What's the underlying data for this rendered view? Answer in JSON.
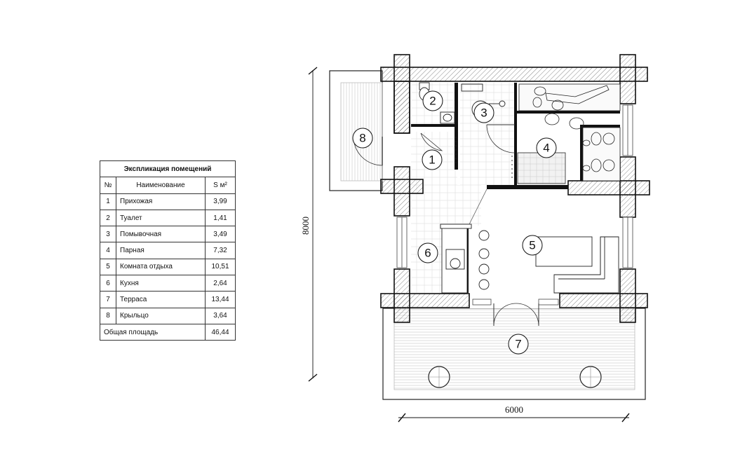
{
  "legend": {
    "title": "Экспликация помещений",
    "header": {
      "num": "№",
      "name": "Наименование",
      "area": "S м²"
    },
    "rows": [
      {
        "num": "1",
        "name": "Прихожая",
        "area": "3,99"
      },
      {
        "num": "2",
        "name": "Туалет",
        "area": "1,41"
      },
      {
        "num": "3",
        "name": "Помывочная",
        "area": "3,49"
      },
      {
        "num": "4",
        "name": "Парная",
        "area": "7,32"
      },
      {
        "num": "5",
        "name": "Комната отдыха",
        "area": "10,51"
      },
      {
        "num": "6",
        "name": "Кухня",
        "area": "2,64"
      },
      {
        "num": "7",
        "name": "Терраса",
        "area": "13,44"
      },
      {
        "num": "8",
        "name": "Крыльцо",
        "area": "3,64"
      }
    ],
    "total_label": "Общая площадь",
    "total_value": "46,44"
  },
  "plan": {
    "room_labels": [
      "1",
      "2",
      "3",
      "4",
      "5",
      "6",
      "7",
      "8"
    ],
    "dimension_width": "6000",
    "dimension_height": "8000"
  }
}
